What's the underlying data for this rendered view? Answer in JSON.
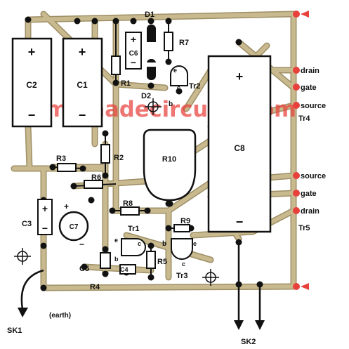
{
  "colors": {
    "track": "#c8b98e",
    "track_edge": "#9e8f66",
    "component": "#ffffff",
    "outline": "#111111",
    "terminal": "#e8413c",
    "watermark": "#e8413c"
  },
  "watermark": "homemadecircuits.com",
  "components": {
    "C2": "C2",
    "C1": "C1",
    "C6": "C6",
    "C8": "C8",
    "C3": "C3",
    "C7": "C7",
    "C5": "C5",
    "C4": "C4",
    "R1": "R1",
    "R2": "R2",
    "R3": "R3",
    "R4": "R4",
    "R5": "R5",
    "R6": "R6",
    "R7": "R7",
    "R8": "R8",
    "R9": "R9",
    "R10": "R10",
    "D1": "D1",
    "D2": "D2",
    "Tr1": "Tr1",
    "Tr2": "Tr2",
    "Tr3": "Tr3",
    "Tr4": "Tr4",
    "Tr5": "Tr5"
  },
  "polarity": {
    "plus": "+",
    "minus": "−"
  },
  "pins": {
    "e": "e",
    "b": "b",
    "c": "c"
  },
  "terminals": {
    "tr4_drain": "drain",
    "tr4_gate": "gate",
    "tr4_source": "source",
    "tr5_source": "source",
    "tr5_gate": "gate",
    "tr5_drain": "drain"
  },
  "sockets": {
    "sk1": "SK1",
    "sk1_note": "(earth)",
    "sk2": "SK2"
  }
}
